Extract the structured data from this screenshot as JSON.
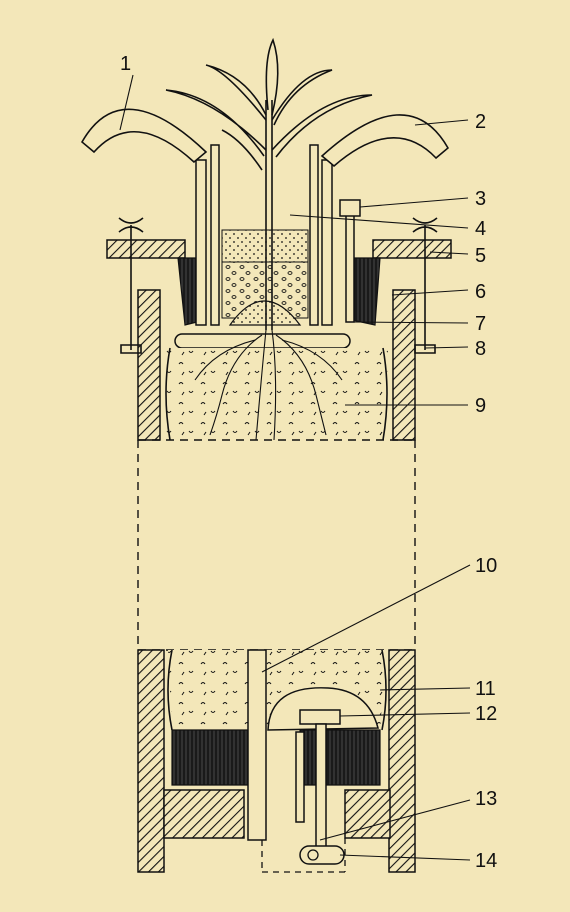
{
  "colors": {
    "paper": "#f3e7b9",
    "ink": "#111111",
    "hatch": "#111111"
  },
  "labels": [
    "1",
    "2",
    "3",
    "4",
    "5",
    "6",
    "7",
    "8",
    "9",
    "10",
    "11",
    "12",
    "13",
    "14"
  ],
  "background_text_note": ""
}
